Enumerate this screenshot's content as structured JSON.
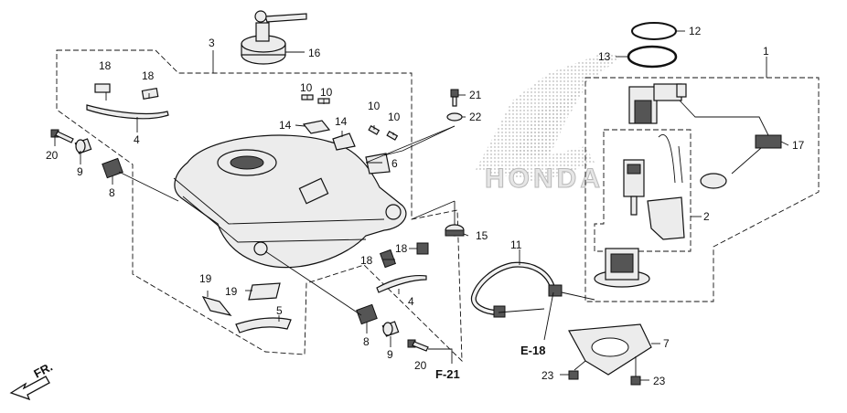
{
  "watermark": "HONDA",
  "references": {
    "e18": "E-18",
    "f21": "F-21"
  },
  "direction": "FR.",
  "callouts": [
    {
      "id": "c1",
      "label": "1"
    },
    {
      "id": "c2",
      "label": "2"
    },
    {
      "id": "c3",
      "label": "3"
    },
    {
      "id": "c4a",
      "label": "4"
    },
    {
      "id": "c4b",
      "label": "4"
    },
    {
      "id": "c5",
      "label": "5"
    },
    {
      "id": "c6",
      "label": "6"
    },
    {
      "id": "c7",
      "label": "7"
    },
    {
      "id": "c8a",
      "label": "8"
    },
    {
      "id": "c8b",
      "label": "8"
    },
    {
      "id": "c9a",
      "label": "9"
    },
    {
      "id": "c9b",
      "label": "9"
    },
    {
      "id": "c10a",
      "label": "10"
    },
    {
      "id": "c10b",
      "label": "10"
    },
    {
      "id": "c10c",
      "label": "10"
    },
    {
      "id": "c10d",
      "label": "10"
    },
    {
      "id": "c11",
      "label": "11"
    },
    {
      "id": "c12",
      "label": "12"
    },
    {
      "id": "c13",
      "label": "13"
    },
    {
      "id": "c14a",
      "label": "14"
    },
    {
      "id": "c14b",
      "label": "14"
    },
    {
      "id": "c15",
      "label": "15"
    },
    {
      "id": "c16",
      "label": "16"
    },
    {
      "id": "c17",
      "label": "17"
    },
    {
      "id": "c18a",
      "label": "18"
    },
    {
      "id": "c18b",
      "label": "18"
    },
    {
      "id": "c18c",
      "label": "18"
    },
    {
      "id": "c18d",
      "label": "18"
    },
    {
      "id": "c19a",
      "label": "19"
    },
    {
      "id": "c19b",
      "label": "19"
    },
    {
      "id": "c20a",
      "label": "20"
    },
    {
      "id": "c20b",
      "label": "20"
    },
    {
      "id": "c21",
      "label": "21"
    },
    {
      "id": "c22",
      "label": "22"
    },
    {
      "id": "c23a",
      "label": "23"
    },
    {
      "id": "c23b",
      "label": "23"
    }
  ]
}
